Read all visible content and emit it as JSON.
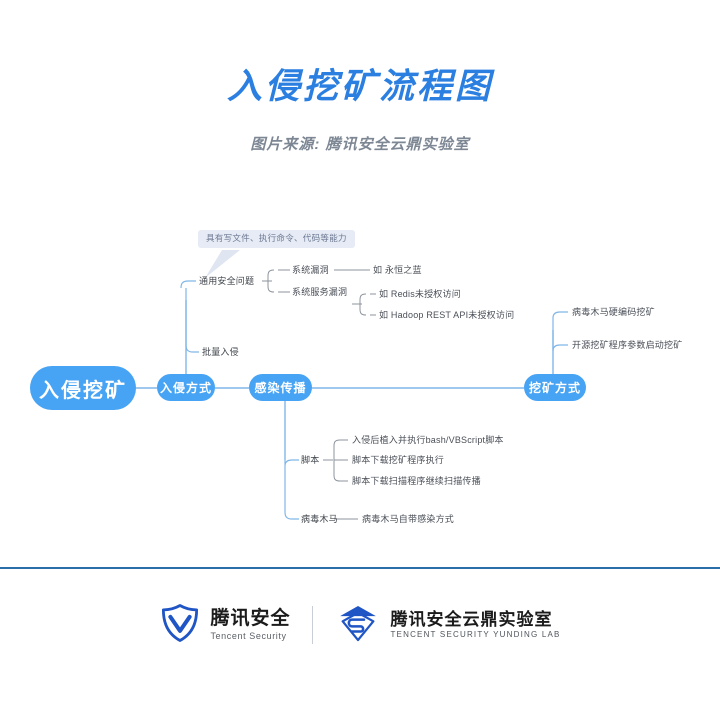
{
  "header": {
    "title": "入侵挖矿流程图",
    "subtitle": "图片来源: 腾讯安全云鼎实验室"
  },
  "colors": {
    "accent_blue": "#2b7fe0",
    "node_blue": "#47a3f3",
    "line_blue": "#7fb6e8",
    "line_gray": "#8d949e",
    "divider": "#2c6fa8",
    "callout_bg": "#e6ebf5",
    "subtitle_gray": "#7d8794"
  },
  "mindmap": {
    "root": {
      "label": "入侵挖矿"
    },
    "callout": {
      "text": "具有写文件、执行命令、代码等能力"
    },
    "branches": [
      {
        "label": "入侵方式",
        "children": [
          {
            "label": "通用安全问题",
            "children": [
              {
                "label": "系统漏洞",
                "children": [
                  {
                    "label": "如 永恒之蓝"
                  }
                ]
              },
              {
                "label": "系统服务漏洞",
                "children": [
                  {
                    "label": "如 Redis未授权访问"
                  },
                  {
                    "label": "如 Hadoop REST API未授权访问"
                  }
                ]
              }
            ]
          },
          {
            "label": "批量入侵",
            "children": []
          }
        ]
      },
      {
        "label": "感染传播",
        "children": [
          {
            "label": "脚本",
            "children": [
              {
                "label": "入侵后植入并执行bash/VBScript脚本"
              },
              {
                "label": "脚本下载挖矿程序执行"
              },
              {
                "label": "脚本下载扫描程序继续扫描传播"
              }
            ]
          },
          {
            "label": "病毒木马",
            "children": [
              {
                "label": "病毒木马自带感染方式"
              }
            ]
          }
        ]
      },
      {
        "label": "挖矿方式",
        "children": [
          {
            "label": "病毒木马硬编码挖矿"
          },
          {
            "label": "开源挖矿程序参数启动挖矿"
          }
        ]
      }
    ]
  },
  "footer": {
    "tencent_security": {
      "cn": "腾讯安全",
      "en": "Tencent Security",
      "logo": "shield-icon"
    },
    "yunding_lab": {
      "cn": "腾讯安全云鼎实验室",
      "en": "TENCENT SECURITY YUNDING LAB",
      "logo": "cloud-diamond-icon"
    }
  }
}
